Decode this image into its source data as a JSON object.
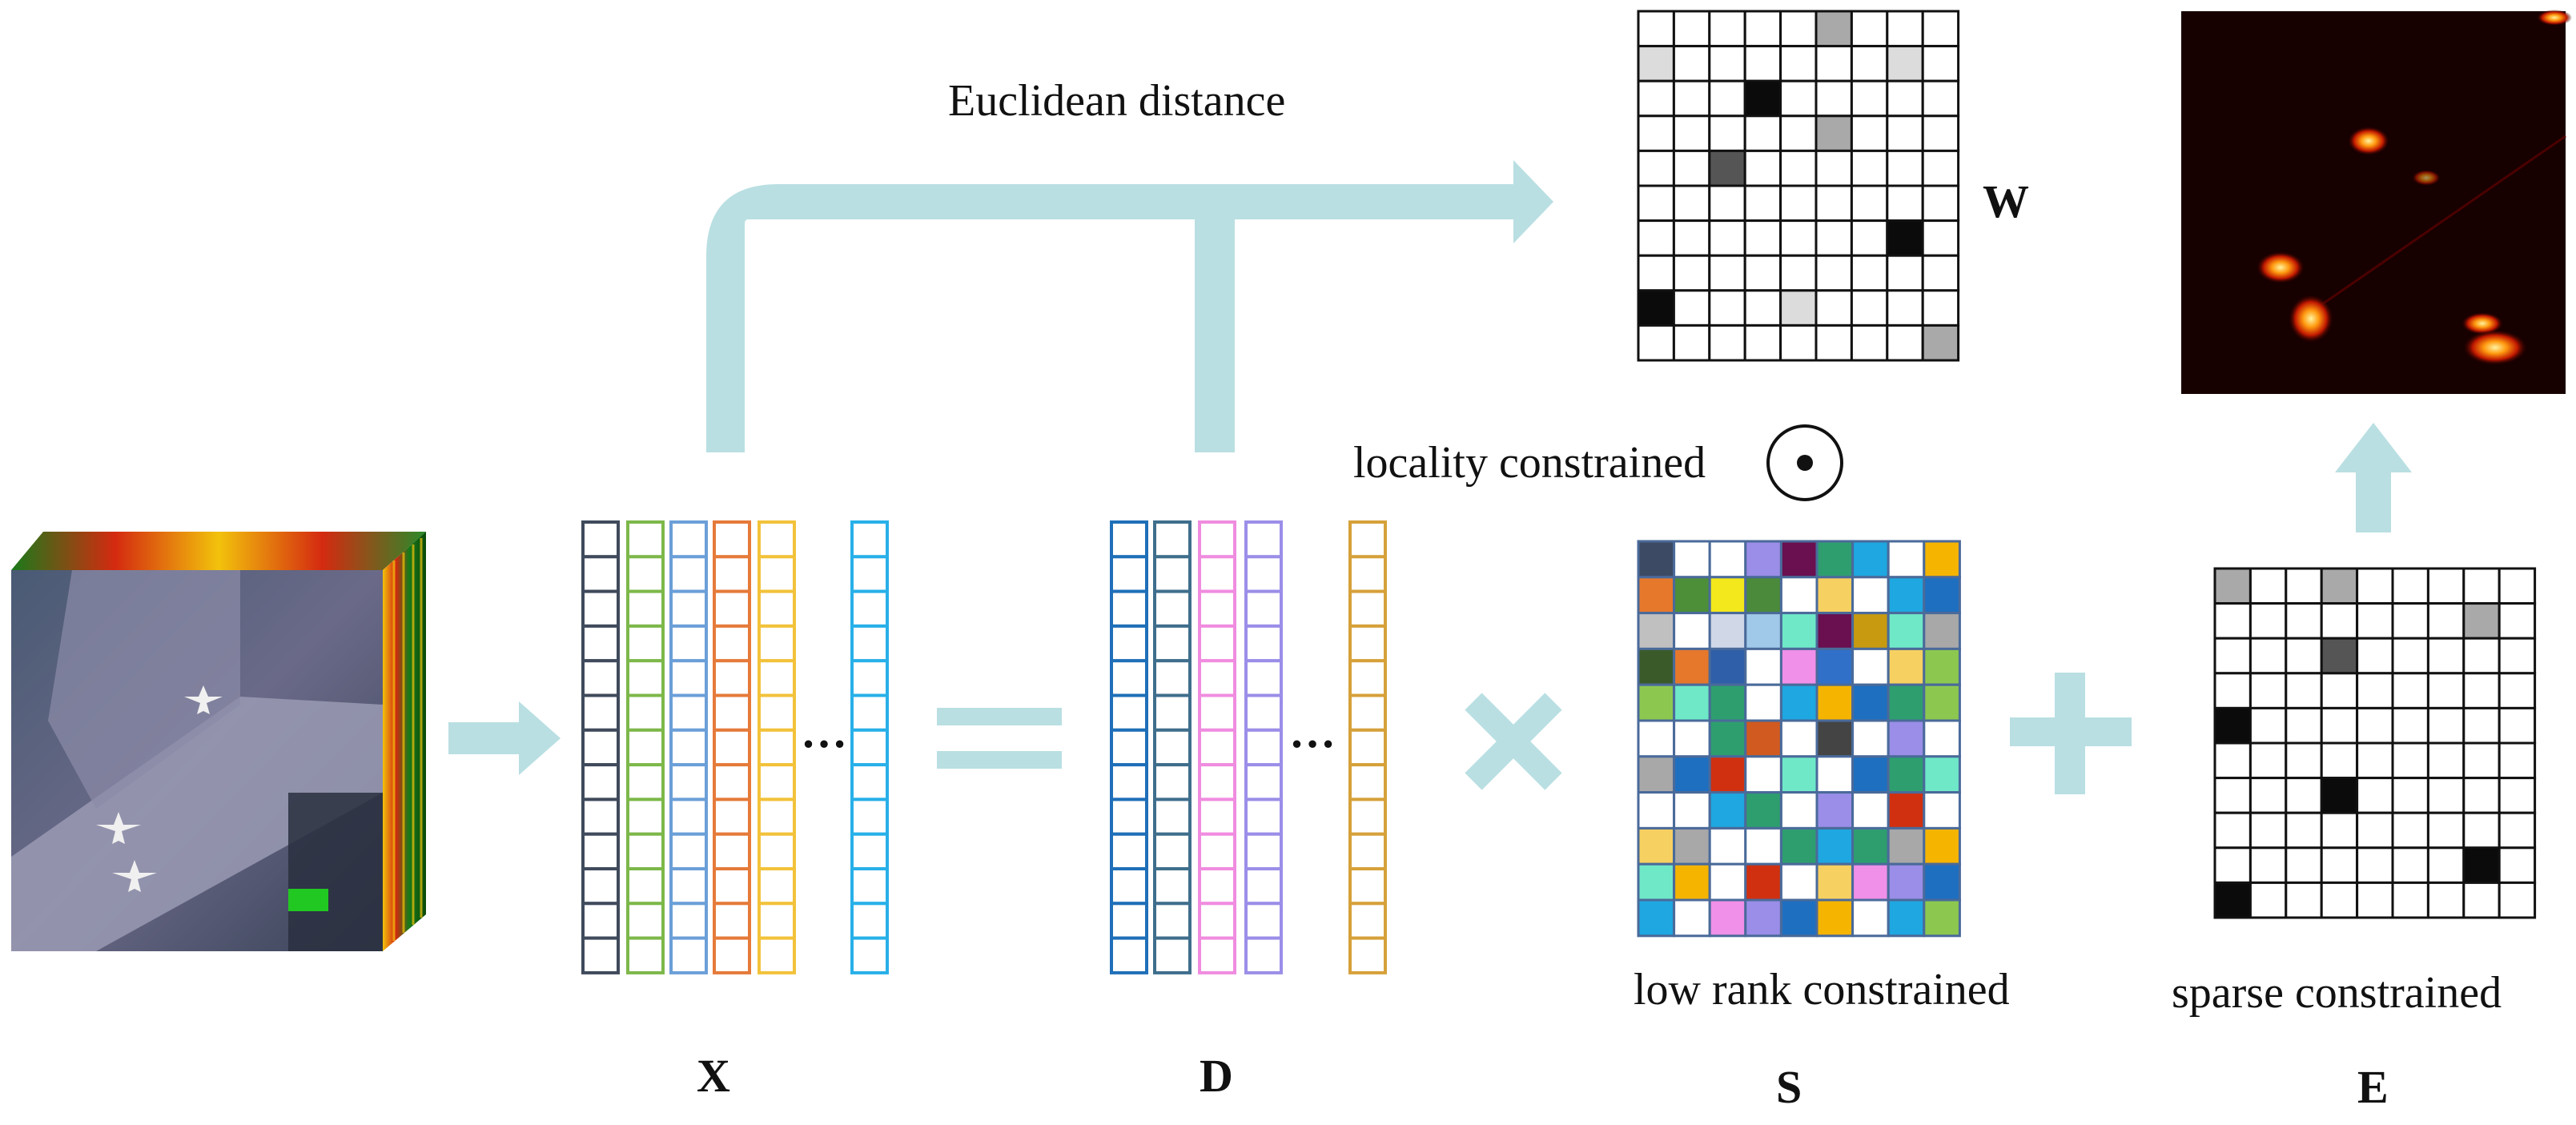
{
  "labels": {
    "euclidean": "Euclidean distance",
    "locality": "locality constrained",
    "low_rank": "low rank constrained",
    "sparse": "sparse constrained",
    "x": "X",
    "d": "D",
    "s": "S",
    "e": "E",
    "w": "W",
    "ellipsis": "…",
    "hadamard": "⊙"
  },
  "colors": {
    "arrow": "#b9dfe2",
    "x_columns": [
      "#3f4a5c",
      "#7db84a",
      "#6b9fd8",
      "#e57a3a",
      "#f2c23a",
      "#28b0e8"
    ],
    "d_columns": [
      "#1f6fb8",
      "#3f6e8c",
      "#f08ce0",
      "#9b8ee8",
      "#d6a13a"
    ],
    "w_cells": {
      "gray_light": "#dcdcdc",
      "gray_mid": "#a9a9a9",
      "gray_dark": "#555555",
      "black": "#0b0b0b"
    }
  },
  "matrix_w": [
    [
      0,
      0,
      0,
      0,
      0,
      2,
      0,
      0,
      0
    ],
    [
      1,
      0,
      0,
      0,
      0,
      0,
      0,
      1,
      0
    ],
    [
      0,
      0,
      0,
      4,
      0,
      0,
      0,
      0,
      0
    ],
    [
      0,
      0,
      0,
      0,
      0,
      2,
      0,
      0,
      0
    ],
    [
      0,
      0,
      3,
      0,
      0,
      0,
      0,
      0,
      0
    ],
    [
      0,
      0,
      0,
      0,
      0,
      0,
      0,
      0,
      0
    ],
    [
      0,
      0,
      0,
      0,
      0,
      0,
      0,
      4,
      0
    ],
    [
      0,
      0,
      0,
      0,
      0,
      0,
      0,
      0,
      0
    ],
    [
      4,
      0,
      0,
      0,
      1,
      0,
      0,
      0,
      0
    ],
    [
      0,
      0,
      0,
      0,
      0,
      0,
      0,
      0,
      2
    ]
  ],
  "matrix_e": [
    [
      2,
      0,
      0,
      2,
      0,
      0,
      0,
      0,
      0
    ],
    [
      0,
      0,
      0,
      0,
      0,
      0,
      0,
      2,
      0
    ],
    [
      0,
      0,
      0,
      3,
      0,
      0,
      0,
      0,
      0
    ],
    [
      0,
      0,
      0,
      0,
      0,
      0,
      0,
      0,
      0
    ],
    [
      4,
      0,
      0,
      0,
      0,
      0,
      0,
      0,
      0
    ],
    [
      0,
      0,
      0,
      0,
      0,
      0,
      0,
      0,
      0
    ],
    [
      0,
      0,
      0,
      4,
      0,
      0,
      0,
      0,
      0
    ],
    [
      0,
      0,
      0,
      0,
      0,
      0,
      0,
      0,
      0
    ],
    [
      0,
      0,
      0,
      0,
      0,
      0,
      0,
      4,
      0
    ],
    [
      4,
      0,
      0,
      0,
      0,
      0,
      0,
      0,
      0
    ]
  ],
  "matrix_s": [
    [
      "#3d4a63",
      "#ffffff",
      "#ffffff",
      "#9a8ee8",
      "#6a0f4f",
      "#2e9e6f",
      "#1ea7e0",
      "#ffffff",
      "#f5b400"
    ],
    [
      "#e6782c",
      "#4c8f38",
      "#f2e81c",
      "#4a8a3a",
      "#ffffff",
      "#f6d060",
      "#ffffff",
      "#1ea7e0",
      "#1e6fc0"
    ],
    [
      "#c0c0c0",
      "#ffffff",
      "#d0d8e8",
      "#a0c8e8",
      "#6fe8c8",
      "#6a0f4f",
      "#c89a10",
      "#6fe8c8",
      "#a8a8a8"
    ],
    [
      "#3a5a2a",
      "#e6782c",
      "#2f5fa8",
      "#ffffff",
      "#f090e8",
      "#3070c8",
      "#ffffff",
      "#f6d060",
      "#8cc850"
    ],
    [
      "#8cc850",
      "#6fe8c8",
      "#2e9e6f",
      "#ffffff",
      "#1ea7e0",
      "#f5b400",
      "#1e6fc0",
      "#2e9e6f",
      "#8cc850"
    ],
    [
      "#ffffff",
      "#ffffff",
      "#2e9e6f",
      "#d05a20",
      "#ffffff",
      "#444444",
      "#ffffff",
      "#9a8ee8",
      "#ffffff"
    ],
    [
      "#a8a8a8",
      "#1e6fc0",
      "#d03010",
      "#ffffff",
      "#6fe8c8",
      "#ffffff",
      "#1e6fc0",
      "#2e9e6f",
      "#6fe8c8"
    ],
    [
      "#ffffff",
      "#ffffff",
      "#1ea7e0",
      "#2e9e6f",
      "#ffffff",
      "#9a8ee8",
      "#ffffff",
      "#d03010",
      "#ffffff"
    ],
    [
      "#f6d060",
      "#a8a8a8",
      "#ffffff",
      "#ffffff",
      "#2e9e6f",
      "#1ea7e0",
      "#2e9e6f",
      "#a8a8a8",
      "#f5b400"
    ],
    [
      "#6fe8c8",
      "#f5b400",
      "#ffffff",
      "#d03010",
      "#ffffff",
      "#f6d060",
      "#f090e8",
      "#9a8ee8",
      "#1e6fc0"
    ],
    [
      "#1ea7e0",
      "#ffffff",
      "#f090e8",
      "#9a8ee8",
      "#1e6fc0",
      "#f5b400",
      "#ffffff",
      "#1ea7e0",
      "#8cc850"
    ]
  ]
}
